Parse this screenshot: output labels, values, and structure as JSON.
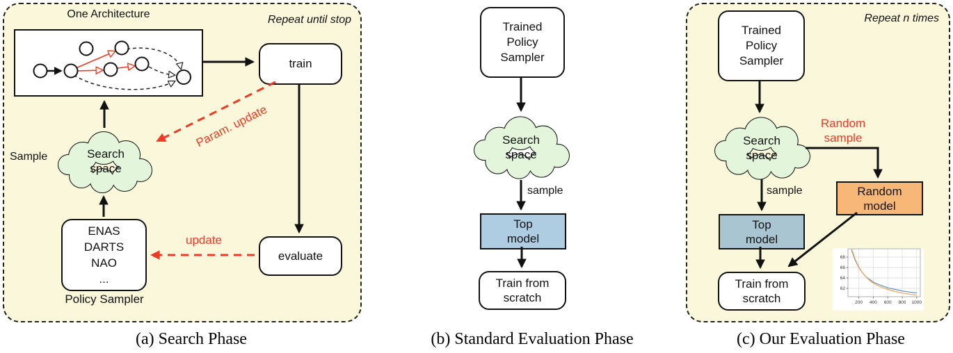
{
  "colors": {
    "panel_bg": "#FAF7DA",
    "cloud_fill": "#E3F6DC",
    "red": "#EE3A24",
    "blue_b": "#AECDE3",
    "blue_c": "#A8C5D1",
    "orange": "#F7B877"
  },
  "panel_a": {
    "architecture_label": "One Architecture",
    "repeat_label": "Repeat until stop",
    "train_label": "train",
    "evaluate_label": "evaluate",
    "sample_label": "Sample",
    "cloud_label": "Search space",
    "param_update_label": "Param. update",
    "update_label": "update",
    "policy_box_lines": [
      "ENAS",
      "DARTS",
      "NAO",
      "..."
    ],
    "policy_sampler_label": "Policy Sampler",
    "caption": "(a) Search Phase"
  },
  "panel_b": {
    "trained_policy_sampler_label": "Trained Policy Sampler",
    "cloud_label": "Search space",
    "sample_label": "sample",
    "top_model_label": "Top model",
    "train_from_scratch_label": "Train from scratch",
    "caption": "(b) Standard Evaluation Phase"
  },
  "panel_c": {
    "repeat_label": "Repeat n times",
    "trained_policy_sampler_label": "Trained Policy Sampler",
    "cloud_label": "Search space",
    "random_sample_label": "Random sample",
    "sample_label": "sample",
    "top_model_label": "Top model",
    "random_model_label": "Random model",
    "train_from_scratch_label": "Train from scratch",
    "caption": "(c) Our Evaluation Phase"
  },
  "chart_data": {
    "type": "line",
    "title": "",
    "xlabel": "",
    "ylabel": "",
    "x": [
      100,
      150,
      200,
      250,
      300,
      350,
      400,
      500,
      600,
      700,
      800,
      900,
      1000
    ],
    "series": [
      {
        "name": "top model",
        "color": "#5B8FBF",
        "values": [
          69.3,
          67.4,
          66.0,
          65.0,
          64.2,
          63.7,
          63.2,
          62.6,
          62.1,
          61.8,
          61.5,
          61.3,
          61.1
        ]
      },
      {
        "name": "random model",
        "color": "#EFA35C",
        "values": [
          69.6,
          67.6,
          66.1,
          65.0,
          64.2,
          63.5,
          63.0,
          62.3,
          61.8,
          61.4,
          61.1,
          60.9,
          60.7
        ]
      }
    ],
    "xticks": [
      200,
      400,
      600,
      800,
      1000
    ],
    "yticks": [
      62,
      64,
      66,
      68
    ],
    "xlim": [
      50,
      1050
    ],
    "ylim": [
      60.4,
      69.6
    ],
    "grid": true,
    "legend": false
  }
}
